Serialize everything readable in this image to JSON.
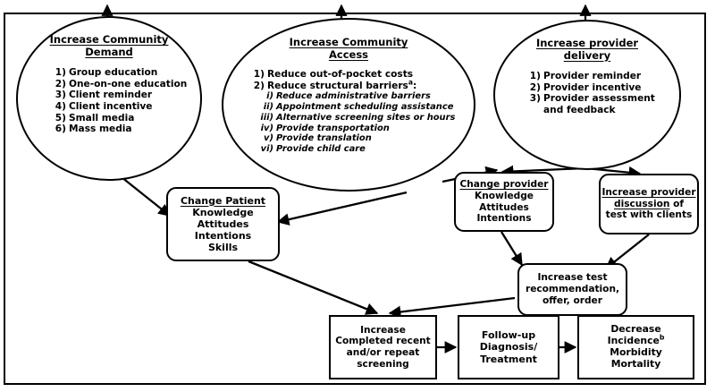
{
  "figure": {
    "type": "flowchart-logic-model",
    "title_visible": false
  },
  "nodes": {
    "community_demand": {
      "title_line1": "Increase Community",
      "title_line2": "Demand",
      "items": [
        {
          "num": "1)",
          "text": "Group education"
        },
        {
          "num": "2)",
          "text": "One-on-one education"
        },
        {
          "num": "3)",
          "text": "Client reminder"
        },
        {
          "num": "4)",
          "text": "Client incentive"
        },
        {
          "num": "5)",
          "text": "Small media"
        },
        {
          "num": "6)",
          "text": "Mass media"
        }
      ]
    },
    "community_access": {
      "title_line1": "Increase Community",
      "title_line2": "Access",
      "items": [
        {
          "num": "1)",
          "text": "Reduce out-of-pocket costs"
        },
        {
          "num": "2)",
          "text": "Reduce structural barriers",
          "sup": "a",
          "suffix": ":"
        }
      ],
      "subitems": [
        {
          "num": "i)",
          "text": "Reduce administrative barriers"
        },
        {
          "num": "ii)",
          "text": "Appointment scheduling assistance"
        },
        {
          "num": "iii)",
          "text": "Alternative screening sites or hours"
        },
        {
          "num": "iv)",
          "text": "Provide transportation"
        },
        {
          "num": "v)",
          "text": "Provide translation"
        },
        {
          "num": "vi)",
          "text": "Provide child care"
        }
      ]
    },
    "provider_delivery": {
      "title_line1": "Increase provider",
      "title_line2": "delivery",
      "items": [
        {
          "num": "1)",
          "text": "Provider reminder"
        },
        {
          "num": "2)",
          "text": "Provider incentive"
        },
        {
          "num": "3)",
          "text": "Provider assessment"
        },
        {
          "num": "",
          "text": "and feedback"
        }
      ]
    },
    "change_patient": {
      "title": "Change Patient",
      "lines": [
        "Knowledge",
        "Attitudes",
        "Intentions",
        "Skills"
      ]
    },
    "change_provider": {
      "title": "Change provider",
      "lines": [
        "Knowledge",
        "Attitudes",
        "Intentions"
      ]
    },
    "provider_discussion": {
      "title_part1": "Increase provider",
      "title_part2": "discussion",
      "title_tail": " of",
      "line3": "test with clients"
    },
    "increase_test_rec": {
      "lines": [
        "Increase test",
        "recommendation,",
        "offer, order"
      ]
    },
    "completed_screening": {
      "lines": [
        "Increase",
        "Completed recent",
        "and/or repeat",
        "screening"
      ]
    },
    "followup": {
      "lines": [
        "Follow-up",
        "Diagnosis/",
        "Treatment"
      ]
    },
    "decrease_outcomes": {
      "line1": "Decrease",
      "line2": "Incidence",
      "line2_sup": "b",
      "line3": "Morbidity",
      "line4": "Mortality"
    }
  },
  "style": {
    "stroke": "#000000",
    "fill": "#ffffff"
  }
}
